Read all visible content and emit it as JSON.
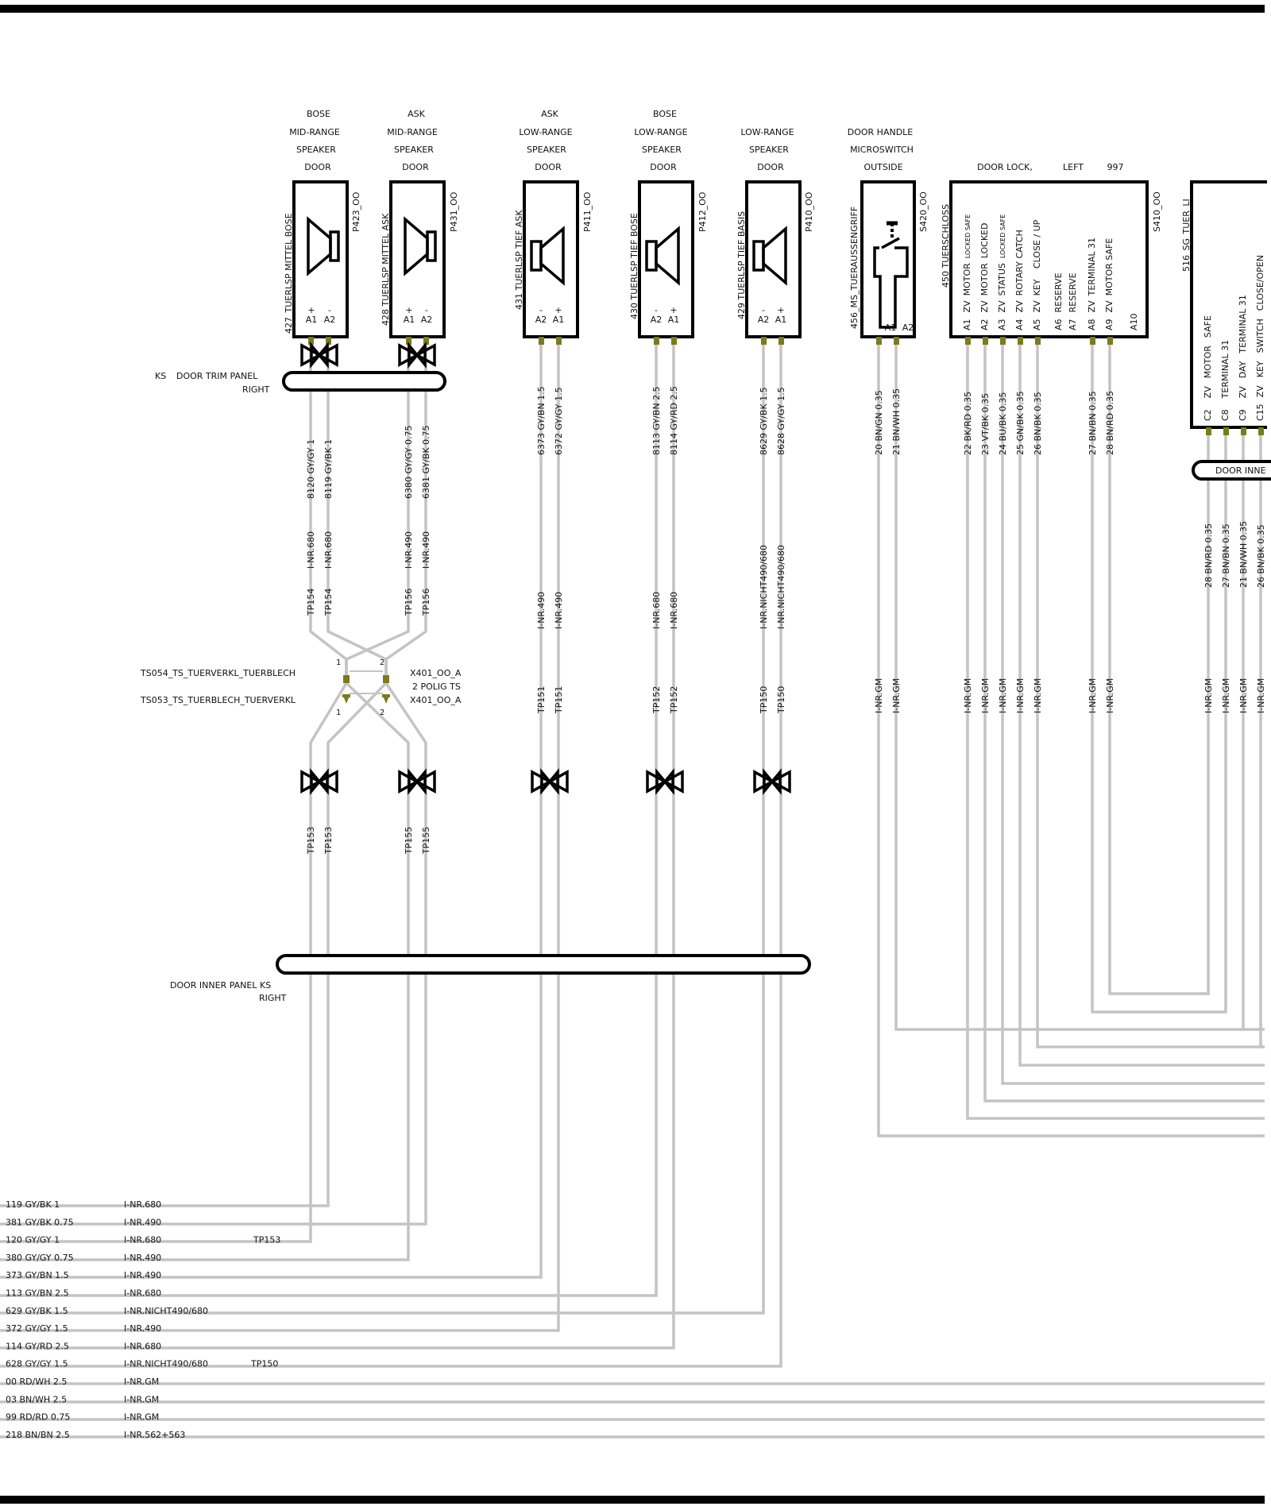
{
  "components": [
    {
      "name_lines": [
        "BOSE",
        "MID-RANGE",
        "SPEAKER",
        "DOOR"
      ],
      "label": "427_TUERLSP MITTEL BOSE",
      "ref": "P423_OO",
      "pins": [
        "A1",
        "A2"
      ],
      "signs": [
        "+",
        "-"
      ]
    },
    {
      "name_lines": [
        "ASK",
        "MID-RANGE",
        "SPEAKER",
        "DOOR"
      ],
      "label": "428 TUERLSP MITTEL ASK",
      "ref": "P431_OO",
      "pins": [
        "A1",
        "A2"
      ],
      "signs": [
        "+",
        "-"
      ]
    },
    {
      "name_lines": [
        "ASK",
        "LOW-RANGE",
        "SPEAKER",
        "DOOR"
      ],
      "label": "431 TUERLSP TIEF ASK",
      "ref": "P411_OO",
      "pins": [
        "A2",
        "A1"
      ],
      "signs": [
        "-",
        "+"
      ]
    },
    {
      "name_lines": [
        "BOSE",
        "LOW-RANGE",
        "SPEAKER",
        "DOOR"
      ],
      "label": "430 TUERLSP TIEF BOSE",
      "ref": "P412_OO",
      "pins": [
        "A2",
        "A1"
      ],
      "signs": [
        "-",
        "+"
      ]
    },
    {
      "name_lines": [
        "LOW-RANGE",
        "SPEAKER",
        "DOOR"
      ],
      "label": "429 TUERLSP TIEF BASIS",
      "ref": "P410_OO",
      "pins": [
        "A2",
        "A1"
      ],
      "signs": [
        "-",
        "+"
      ]
    },
    {
      "name_lines": [
        "DOOR HANDLE",
        "MICROSWITCH",
        "OUTSIDE"
      ],
      "label": "456_MS_TUERAUSSENGRIFF",
      "ref": "S420_OO",
      "pins": [
        "A1",
        "A2"
      ]
    }
  ],
  "door_lock": {
    "title": "DOOR LOCK,",
    "side": "LEFT",
    "number": "997",
    "label": "450 TUERSCHLOSS",
    "ref": "S410_OO",
    "pin_rows": [
      [
        "A1",
        "ZV",
        "MOTOR",
        "LOCKED SAFE"
      ],
      [
        "A2",
        "ZV",
        "MOTOR",
        "LOCKED"
      ],
      [
        "A3",
        "ZV",
        "STATUS",
        "LOCKED SAFE"
      ],
      [
        "A4",
        "ZV",
        "ROTARY CATCH"
      ],
      [
        "A5",
        "ZV",
        "KEY",
        "CLOSE / UP"
      ],
      [
        "A6",
        "RESERVE"
      ],
      [
        "A7",
        "RESERVE"
      ],
      [
        "A8",
        "ZV",
        "TERMINAL 31"
      ],
      [
        "A9",
        "ZV",
        "MOTOR SAFE"
      ],
      [
        "A10"
      ]
    ]
  },
  "control_unit": {
    "label": "516_SG_TUER_LI",
    "pin_rows": [
      [
        "C2",
        "ZV",
        "MOTOR",
        "SAFE"
      ],
      [
        "C8",
        "TERMINAL 31"
      ],
      [
        "C9",
        "ZV",
        "DAY",
        "TERMINAL 31"
      ],
      [
        "C15",
        "ZV",
        "KEY",
        "SWITCH",
        "CLOSE/OPEN"
      ]
    ]
  },
  "panels": {
    "door_trim": [
      "KS",
      "DOOR TRIM PANEL",
      "RIGHT"
    ],
    "door_inner_ks": [
      "DOOR INNER PANEL KS",
      "RIGHT"
    ],
    "door_inner_right": "DOOR INNE"
  },
  "wire_labels": {
    "bose_mid": [
      "8120 GY/GY 1",
      "8119 GY/BK 1"
    ],
    "ask_mid": [
      "6380 GY/GY 0.75",
      "6381 GY/BK 0.75"
    ],
    "ask_low": [
      "6373 GY/BN 1.5",
      "6372 GY/GY 1.5"
    ],
    "bose_low": [
      "8113 GY/BN 2.5",
      "8114 GY/RD 2.5"
    ],
    "basis_low": [
      "8629 GY/BK 1.5",
      "8628 GY/GY 1.5"
    ],
    "handle": [
      "20 BN/GN 0.35",
      "21 BN/WH 0.35"
    ],
    "lock": [
      "22 BK/RD 0.35",
      "23 VT/BK 0.35",
      "24 BU/BK 0.35",
      "25 GN/BK 0.35",
      "26 BN/BK 0.35",
      "27 BN/BN 0.35",
      "28 BN/RD 0.35"
    ],
    "unit": [
      "28 BN/RD 0.35",
      "27 BN/BN 0.35",
      "21 BN/WH 0.35",
      "26 BN/BK 0.35"
    ]
  },
  "options": {
    "inr680": "I-NR.680",
    "inr490": "I-NR.490",
    "inicht": "I-NR.NICHT490/680",
    "inrgm": "I-NR.GM"
  },
  "test_points": {
    "upper_bose": "TP154",
    "upper_ask": "TP156",
    "mid_ask_low": "TP151",
    "mid_bose_low": "TP152",
    "mid_basis": "TP150",
    "lower_bose": "TP153",
    "lower_ask": "TP155"
  },
  "splices": {
    "ts054": "TS054_TS_TUERVERKL_TUERBLECH",
    "ts053": "TS053_TS_TUERBLECH_TUERVERKL",
    "x401_top": "X401_OO_A",
    "polig": "2 POLIG TS",
    "x401_bottom": "X401_OO_A",
    "pin1": "1",
    "pin2": "2"
  },
  "harness_rows": [
    {
      "wire": "119 GY/BK 1",
      "option": "I-NR.680",
      "tp": ""
    },
    {
      "wire": "381 GY/BK 0.75",
      "option": "I-NR.490",
      "tp": ""
    },
    {
      "wire": "120 GY/GY 1",
      "option": "I-NR.680",
      "tp": "TP153"
    },
    {
      "wire": "380 GY/GY 0.75",
      "option": "I-NR.490",
      "tp": ""
    },
    {
      "wire": "373 GY/BN 1.5",
      "option": "I-NR.490",
      "tp": ""
    },
    {
      "wire": "113 GY/BN 2.5",
      "option": "I-NR.680",
      "tp": ""
    },
    {
      "wire": "629 GY/BK 1.5",
      "option": "I-NR.NICHT490/680",
      "tp": ""
    },
    {
      "wire": "372 GY/GY 1.5",
      "option": "I-NR.490",
      "tp": ""
    },
    {
      "wire": "114 GY/RD 2.5",
      "option": "I-NR.680",
      "tp": ""
    },
    {
      "wire": "628 GY/GY 1.5",
      "option": "I-NR.NICHT490/680",
      "tp": "TP150"
    },
    {
      "wire": "00 RD/WH 2.5",
      "option": "I-NR.GM",
      "tp": ""
    },
    {
      "wire": "03 BN/WH 2.5",
      "option": "I-NR.GM",
      "tp": ""
    },
    {
      "wire": "99 RD/RD 0.75",
      "option": "I-NR.GM",
      "tp": ""
    },
    {
      "wire": "218 BN/BN 2.5",
      "option": "I-NR.562+563",
      "tp": ""
    }
  ]
}
